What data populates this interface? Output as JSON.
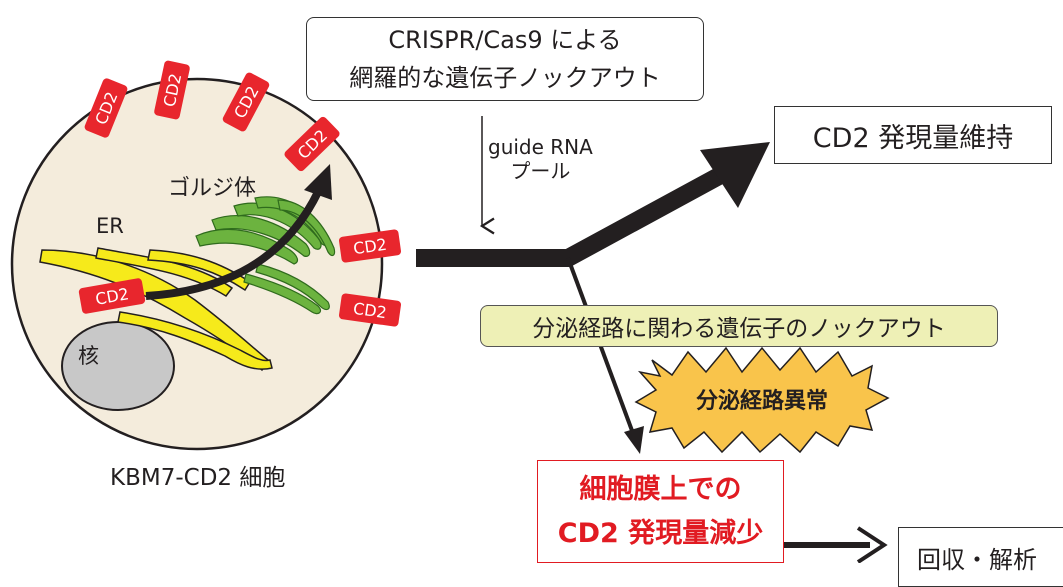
{
  "crispr_box": {
    "line1": "CRISPR/Cas9 による",
    "line2": "網羅的な遺伝子ノックアウト"
  },
  "guide_label": {
    "line1": "guide RNA",
    "line2": "プール"
  },
  "cell": {
    "golgi": "ゴルジ体",
    "er": "ER",
    "nucleus": "核",
    "caption": "KBM7-CD2 細胞",
    "marker": "CD2"
  },
  "outcomes": {
    "maintain": "CD2 発現量維持",
    "secretion_knockout": "分泌経路に関わる遺伝子のノックアウト",
    "abnormal": "分泌経路異常",
    "reduce_line1": "細胞膜上での",
    "reduce_line2": "CD2 発現量減少",
    "collect": "回収・解析"
  },
  "colors": {
    "cell_fill": "#f4ecdc",
    "er_yellow": "#f6ea1b",
    "golgi_green": "#6cb33f",
    "marker_red": "#e8262d",
    "star_fill": "#f9c44b",
    "knockout_box_fill": "#eef0b6",
    "reduce_red": "#e11b22",
    "nucleus_gray": "#c8c8c8"
  }
}
